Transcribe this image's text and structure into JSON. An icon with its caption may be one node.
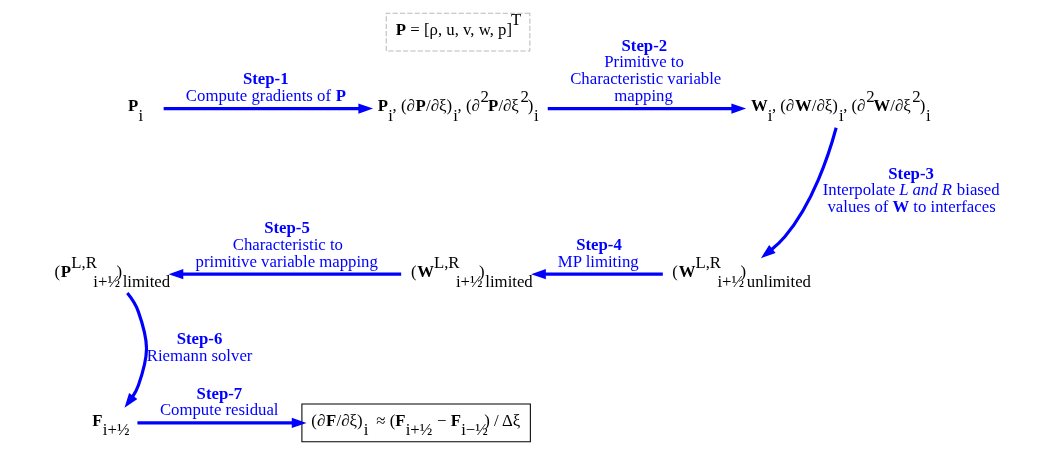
{
  "diagram": {
    "nodes": [
      {
        "text": [
          "**P** = [ρ, u, v, w, p]$^{T}$"
        ]
      },
      {
        "text": [
          "**P**$_{i}$"
        ]
      },
      {
        "text": [
          "**P**$_{i}$, (∂**P**/∂ξ)$_{i}$, (∂$^{2}$**P**/∂ξ$^{2}$)$_{i}$"
        ]
      },
      {
        "text": [
          "**W**$_{i}$, (∂**W**/∂ξ)$_{i}$, (∂$^{2}$**W**/∂ξ$^{2}$)$_{i}$"
        ]
      },
      {
        "text": [
          "(**W**$^{L,R}$$_{i+½}$)$_{unlimited}$"
        ]
      },
      {
        "text": [
          "(**W**$^{L,R}$$_{i+½}$)$_{limited}$"
        ]
      },
      {
        "text": [
          "(**P**$^{L,R}$$_{i+½}$)$_{limited}$"
        ]
      },
      {
        "text": [
          "**F**$_{i+½}$"
        ]
      },
      {
        "text": [
          "(∂**F**/∂ξ)$_{i}$ ≈ (**F**$_{i+½}$ − **F**$_{i−½}$) / Δξ"
        ]
      }
    ],
    "edges": [
      {
        "from": 1,
        "to": 2,
        "arrow": "to",
        "label": "**Step-1** Compute gradients of **P**"
      },
      {
        "from": 2,
        "to": 3,
        "arrow": "to",
        "label": "**Step-2** Primitive to Characteristic variable mapping"
      },
      {
        "from": 3,
        "to": 4,
        "arrow": "to",
        "label": "**Step-3** Interpolate *L and R* biased values of **W** to interfaces"
      },
      {
        "from": 4,
        "to": 5,
        "arrow": "to",
        "label": "**Step-4** MP limiting"
      },
      {
        "from": 5,
        "to": 6,
        "arrow": "to",
        "label": "**Step-5** Characteristic to primitive variable mapping"
      },
      {
        "from": 6,
        "to": 7,
        "arrow": "to",
        "label": "**Step-6** Riemann solver"
      },
      {
        "from": 7,
        "to": 8,
        "arrow": "to",
        "label": "**Step-7** Compute residual"
      }
    ]
  }
}
